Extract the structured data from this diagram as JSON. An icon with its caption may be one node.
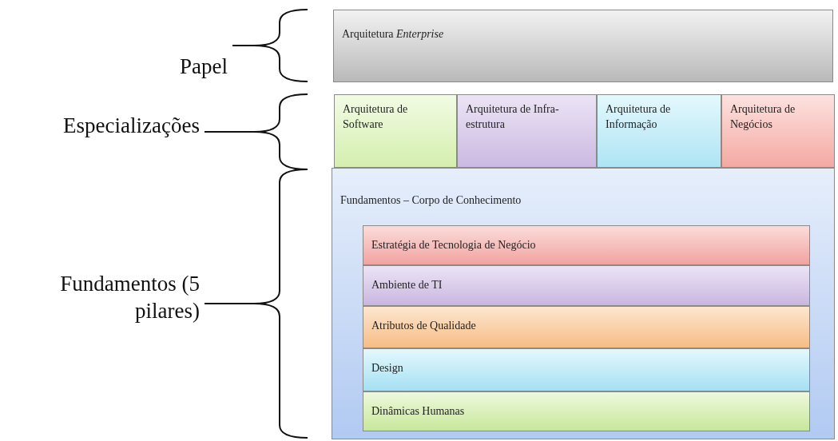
{
  "diagram": {
    "nodes": [
      {
        "text": [
          "Arquitetura *Enterprise*"
        ]
      },
      {
        "text": [
          "Arquitetura de Software"
        ]
      },
      {
        "text": [
          "Arquitetura de Infra-estrutura"
        ]
      },
      {
        "text": [
          "Arquitetura de Informação"
        ]
      },
      {
        "text": [
          "Arquitetura de Negócios"
        ]
      },
      {
        "text": [
          "Fundamentos – Corpo de Conhecimento"
        ]
      },
      {
        "text": [
          "Estratégia de Tecnologia de Negócio"
        ],
        "in": 5
      },
      {
        "text": [
          "Ambiente de TI"
        ],
        "in": 5
      },
      {
        "text": [
          "Atributos de Qualidade"
        ],
        "in": 5
      },
      {
        "text": [
          "Design"
        ],
        "in": 5
      },
      {
        "text": [
          "Dinâmicas Humanas"
        ],
        "in": 5
      }
    ],
    "labels": [
      "Papel",
      "Especializações",
      "Fundamentos (5 pilares)"
    ]
  }
}
